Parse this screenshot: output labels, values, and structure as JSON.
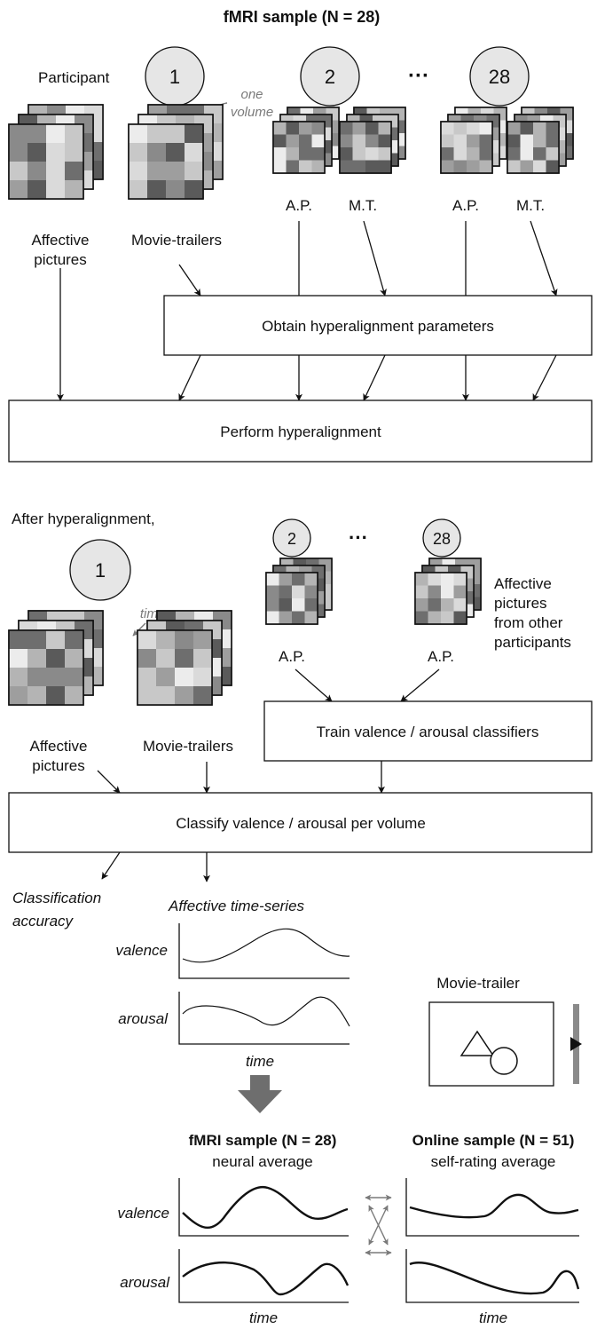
{
  "texts": {
    "title": "fMRI sample (N = 28)",
    "participant_label": "Participant",
    "p1": "1",
    "p2": "2",
    "p28": "28",
    "ellipsis": "···",
    "one": "one",
    "volume": "volume",
    "aff_line1": "Affective",
    "aff_line2": "pictures",
    "movie_trailers": "Movie-trailers",
    "ap": "A.P.",
    "mt": "M.T.",
    "obtain": "Obtain hyperalignment parameters",
    "perform": "Perform hyperalignment",
    "after": "After hyperalignment,",
    "time": "time",
    "other_line1": "Affective",
    "other_line2": "pictures",
    "other_line3": "from other",
    "other_line4": "participants",
    "train": "Train valence / arousal classifiers",
    "classify": "Classify valence / arousal per volume",
    "class_acc_line1": "Classification",
    "class_acc_line2": "accuracy",
    "aff_ts": "Affective time-series",
    "valence": "valence",
    "arousal": "arousal",
    "movie_trailer": "Movie-trailer",
    "fmri_sample": "fMRI sample (N = 28)",
    "neural_avg": "neural average",
    "online_sample": "Online sample (N = 51)",
    "self_rating": "self-rating average"
  },
  "colors": {
    "circle_fill": "#e6e6e6",
    "gray_arrow": "#7a7a7a",
    "big_arrow": "#6e6e6e",
    "slider": "#8a8a8a"
  },
  "icons": {
    "stack": "voxel-grid-stack-icon",
    "triangle": "triangle-icon",
    "circle": "circle-icon",
    "playhead": "playhead-icon",
    "compare": "compare-arrows-icon",
    "down": "big-down-arrow-icon"
  }
}
